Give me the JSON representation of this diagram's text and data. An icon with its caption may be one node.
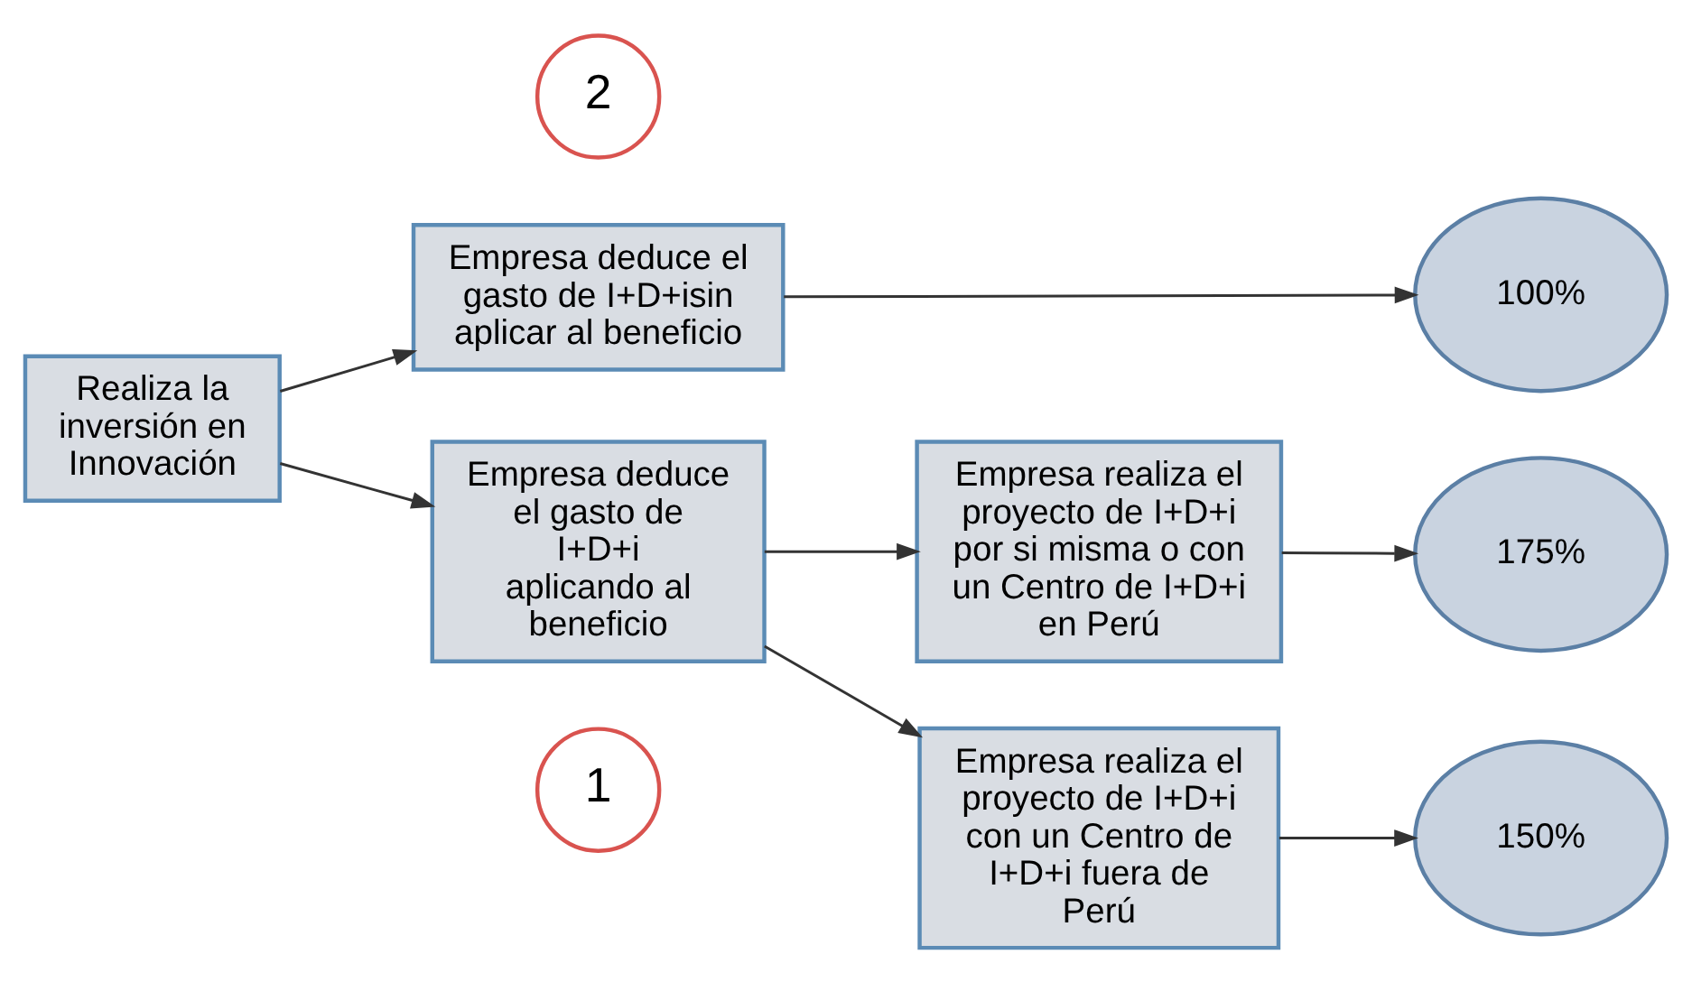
{
  "diagram": {
    "nodes": [
      {
        "text": [
          "1"
        ]
      },
      {
        "text": [
          "Empresa deduce el gasto de I+D+isin aplicar al beneficio"
        ]
      },
      {
        "text": [
          "100%"
        ]
      },
      {
        "text": [
          "Realiza la inversión en Innovación"
        ]
      },
      {
        "text": [
          "2"
        ]
      },
      {
        "text": [
          "Empresa deduce el gasto de I+D+i aplicando al beneficio"
        ]
      },
      {
        "text": [
          "Empresa realiza el proyecto de I+D+i por si misma o con un Centro de I+D+i en Perú"
        ]
      },
      {
        "text": [
          "175%"
        ]
      },
      {
        "text": [
          "Empresa realiza el proyecto de I+D+i con un Centro de I+D+i fuera de Perú"
        ]
      },
      {
        "text": [
          "150%"
        ]
      }
    ],
    "edges": [
      {
        "from": 3,
        "to": 1,
        "arrow": "to"
      },
      {
        "from": 1,
        "to": 2,
        "arrow": "to"
      },
      {
        "from": 3,
        "to": 5,
        "arrow": "to"
      },
      {
        "from": 5,
        "to": 6,
        "arrow": "to"
      },
      {
        "from": 5,
        "to": 8,
        "arrow": "to"
      },
      {
        "from": 6,
        "to": 7,
        "arrow": "to"
      },
      {
        "from": 8,
        "to": 9,
        "arrow": "to"
      }
    ]
  }
}
